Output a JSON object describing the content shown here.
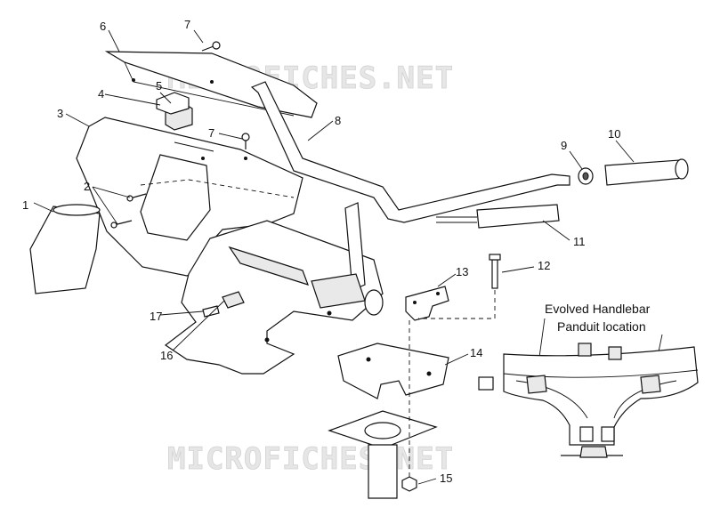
{
  "watermark": {
    "top": "MICROFICHES.NET",
    "bottom": "MICROFICHES.NET"
  },
  "callouts": [
    "1",
    "2",
    "3",
    "4",
    "5",
    "6",
    "7",
    "7",
    "8",
    "9",
    "10",
    "11",
    "12",
    "13",
    "14",
    "15",
    "16",
    "17"
  ],
  "inset": {
    "title_line1": "Evolved Handlebar",
    "title_line2": "Panduit location"
  }
}
